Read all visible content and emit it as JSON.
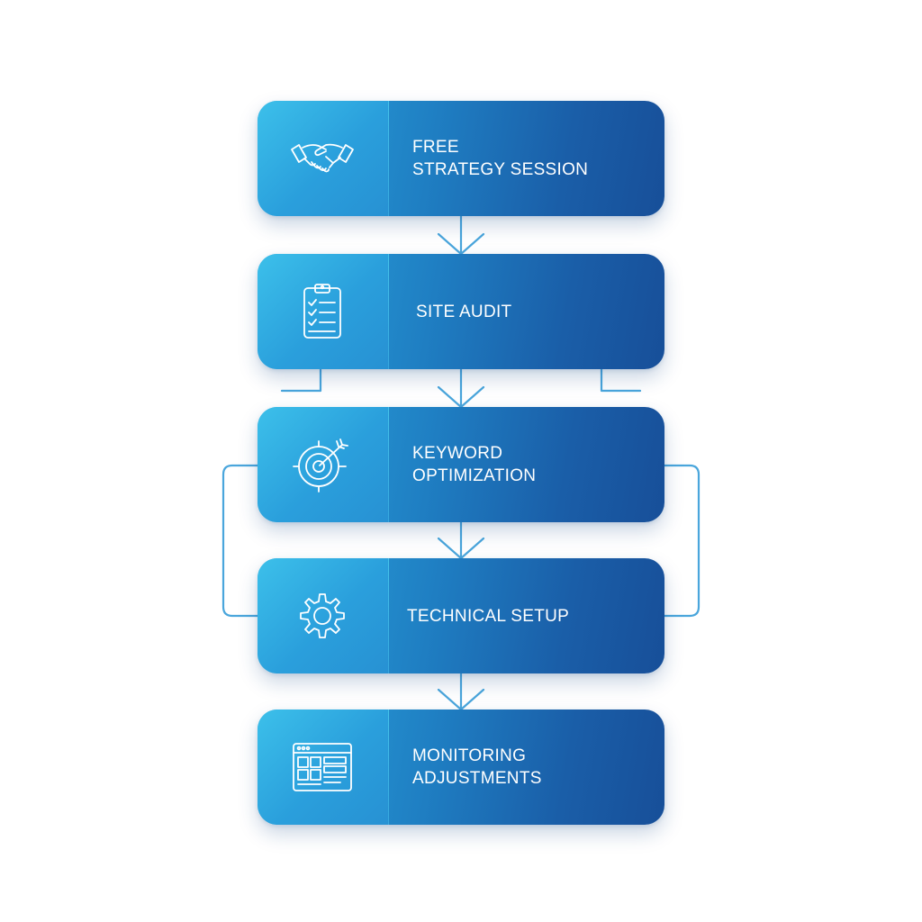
{
  "colors": {
    "connector": "#4aa6dc",
    "card_gradient_start": "#2aa6dd",
    "card_gradient_end": "#174f99",
    "icon_panel": "#34b4e6",
    "text": "#ffffff",
    "background": "#ffffff"
  },
  "steps": [
    {
      "icon": "handshake-icon",
      "lines": [
        "FREE",
        "STRATEGY SESSION"
      ]
    },
    {
      "icon": "clipboard-checklist-icon",
      "lines": [
        "SITE AUDIT"
      ]
    },
    {
      "icon": "target-arrow-icon",
      "lines": [
        "KEYWORD",
        "OPTIMIZATION"
      ]
    },
    {
      "icon": "gear-icon",
      "lines": [
        "TECHNICAL SETUP"
      ]
    },
    {
      "icon": "dashboard-window-icon",
      "lines": [
        "MONITORING",
        "ADJUSTMENTS"
      ]
    }
  ]
}
